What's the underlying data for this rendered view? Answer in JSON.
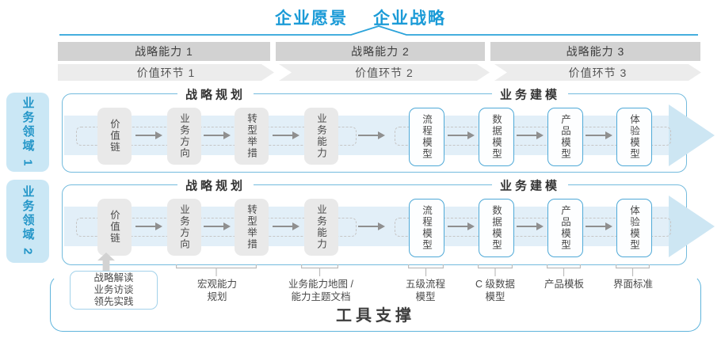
{
  "title": {
    "vision": "企业愿景",
    "strategy": "企业战略"
  },
  "capability_bars": [
    "战略能力 1",
    "战略能力 2",
    "战略能力 3"
  ],
  "value_links": [
    "价值环节 1",
    "价值环节 2",
    "价值环节 3"
  ],
  "domains": [
    "业务领域 1",
    "业务领域 2"
  ],
  "row_headers": {
    "planning": "战略规划",
    "modeling": "业务建模"
  },
  "boxes": {
    "planning": [
      "价值链",
      "业务方向",
      "转型举措",
      "业务能力"
    ],
    "modeling": [
      "流程模型",
      "数据模型",
      "产品模型",
      "体验模型"
    ]
  },
  "annotations": {
    "input_box": [
      "战略解读",
      "业务访谈",
      "领先实践"
    ],
    "labels": [
      {
        "lines": [
          "宏观能力",
          "规划"
        ]
      },
      {
        "lines": [
          "业务能力地图 /",
          "能力主题文档"
        ]
      },
      {
        "lines": [
          "五级流程",
          "模型"
        ]
      },
      {
        "lines": [
          "C 级数据",
          "模型"
        ]
      },
      {
        "lines": [
          "产品模板"
        ]
      },
      {
        "lines": [
          "界面标准"
        ]
      }
    ]
  },
  "tool_support": "工具支撑",
  "colors": {
    "accent_blue": "#1b9bd7",
    "panel_border": "#73bbdd",
    "domain_fill": "#cae7f5",
    "domain_text": "#2496c8",
    "band_fill": "#e2eff8",
    "band_arrow": "#cde6f3",
    "capability_bar": "#d2d2d2",
    "value_chevron": "#ececec",
    "box_gray": "#e9e9e9",
    "box_blue_border": "#4fa9d7",
    "arrow_gray": "#8f8f8f",
    "text_dark": "#3f3f3f"
  }
}
